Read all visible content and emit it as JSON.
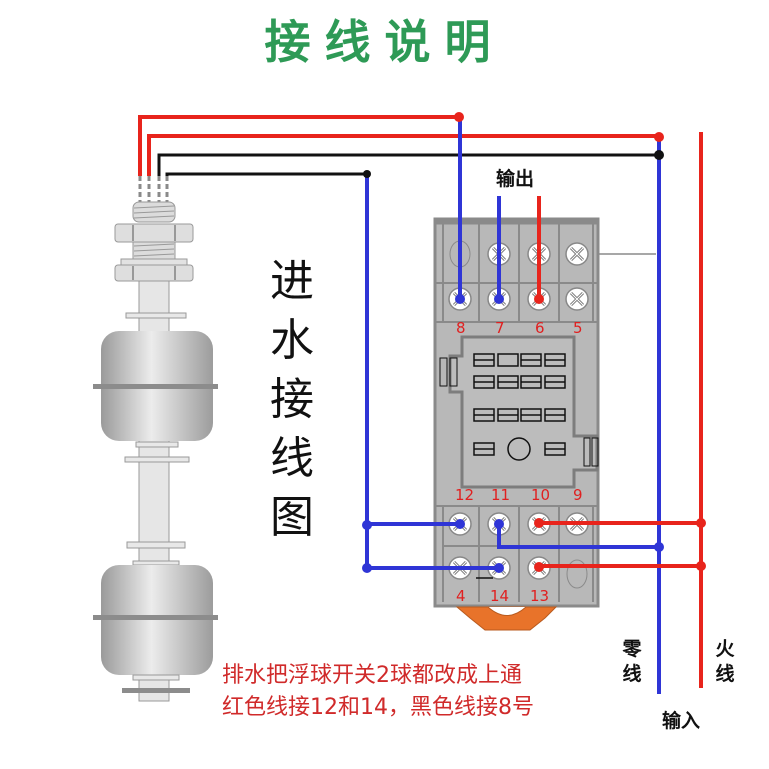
{
  "title": "接线说明",
  "vertical_title": [
    "进",
    "水",
    "接",
    "线",
    "图"
  ],
  "labels": {
    "output": "输出",
    "neutral": [
      "零",
      "线"
    ],
    "live": [
      "火",
      "线"
    ],
    "input": "输入"
  },
  "note": {
    "line1": "排水把浮球开关2球都改成上通",
    "line2": "红色线接12和14，黑色线接8号"
  },
  "terminals": {
    "top_row": [
      "8",
      "7",
      "6",
      "5"
    ],
    "bottom_upper_row": [
      "12",
      "11",
      "10",
      "9"
    ],
    "bottom_lower_row": [
      "4",
      "14",
      "13"
    ]
  },
  "colors": {
    "title": "#2e9a56",
    "red_wire": "#e8241c",
    "blue_wire": "#2f35d6",
    "black_wire": "#111111",
    "terminal_label": "#e02020",
    "socket_body": "#b8b8b8",
    "latch": "#e8732a"
  },
  "components": {
    "float_switch": "float-switch-two-balls",
    "relay_socket": "14-pin-relay-socket"
  }
}
